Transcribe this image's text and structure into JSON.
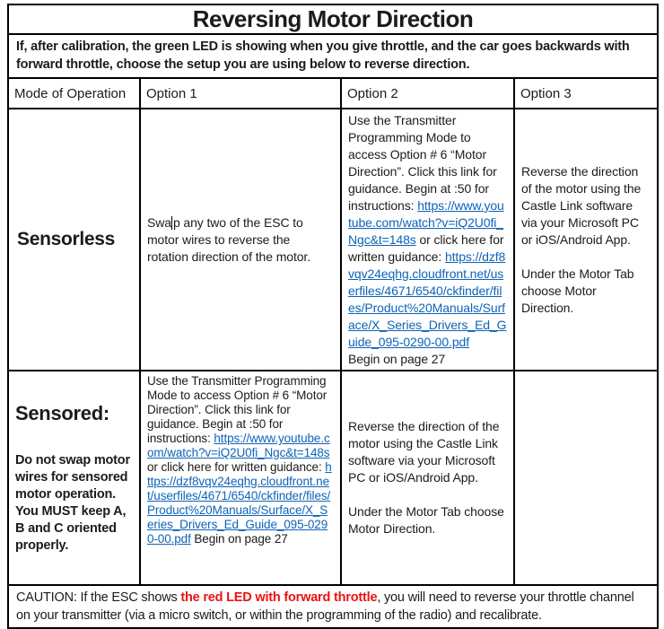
{
  "title": "Reversing Motor Direction",
  "intro": "If, after calibration, the green LED is showing when you give throttle, and the car goes backwards with forward throttle, choose the setup you are using below to reverse direction.",
  "colors": {
    "link_blue": "#0e63b8",
    "caution_red": "#ee1111",
    "border_black": "#000000"
  },
  "header": {
    "mode": "Mode of Operation",
    "option1": "Option 1",
    "option2": "Option 2",
    "option3": "Option 3"
  },
  "sensorless": {
    "label": "Sensorless",
    "option1": {
      "pre_caret": "Swa",
      "post_caret": "p any two of the ESC to motor wires to reverse the rotation direction of the motor."
    },
    "option2": {
      "text1": "Use the Transmitter Programming Mode to access Option # 6 “Motor Direction”.  Click this link for guidance. Begin at :50 for instructions: ",
      "link1": "https://www.youtube.com/watch?v=iQ2U0fi_Ngc&t=148s",
      "text2": " or click here for written guidance: ",
      "link2": "https://dzf8vqv24eqhg.cloudfront.net/userfiles/4671/6540/ckfinder/files/Product%20Manuals/Surface/X_Series_Drivers_Ed_Guide_095-0290-00.pdf",
      "text3": "Begin on page 27"
    },
    "option3": {
      "para1": "Reverse the direction of the motor using the Castle Link software via your Microsoft PC or iOS/Android App.",
      "para2": "Under the Motor Tab choose Motor Direction."
    }
  },
  "sensored": {
    "label": "Sensored:",
    "note": "Do not swap motor wires for sensored motor operation. You MUST keep A, B and C oriented properly.",
    "option1": {
      "text1": "Use the Transmitter Programming Mode to access Option # 6 “Motor Direction”. Click this link for guidance. Begin at :50 for instructions: ",
      "link1": "https://www.youtube.com/watch?v=iQ2U0fi_Ngc&t=148s",
      "text2": " or click here for written guidance: ",
      "link2": "https://dzf8vqv24eqhg.cloudfront.net/userfiles/4671/6540/ckfinder/files/Product%20Manuals/Surface/X_Series_Drivers_Ed_Guide_095-0290-00.pdf",
      "text3": "  Begin on page 27"
    },
    "option2": {
      "para1": "Reverse the direction of the motor using the Castle Link software via your Microsoft PC or iOS/Android App.",
      "para2": "Under the Motor Tab choose Motor Direction."
    },
    "option3": ""
  },
  "caution": {
    "pre": "CAUTION: If the ESC shows ",
    "highlight": "the red LED with forward throttle",
    "post": ", you will need to reverse your throttle channel on your transmitter (via a micro switch, or within the programming of the radio) and recalibrate."
  }
}
